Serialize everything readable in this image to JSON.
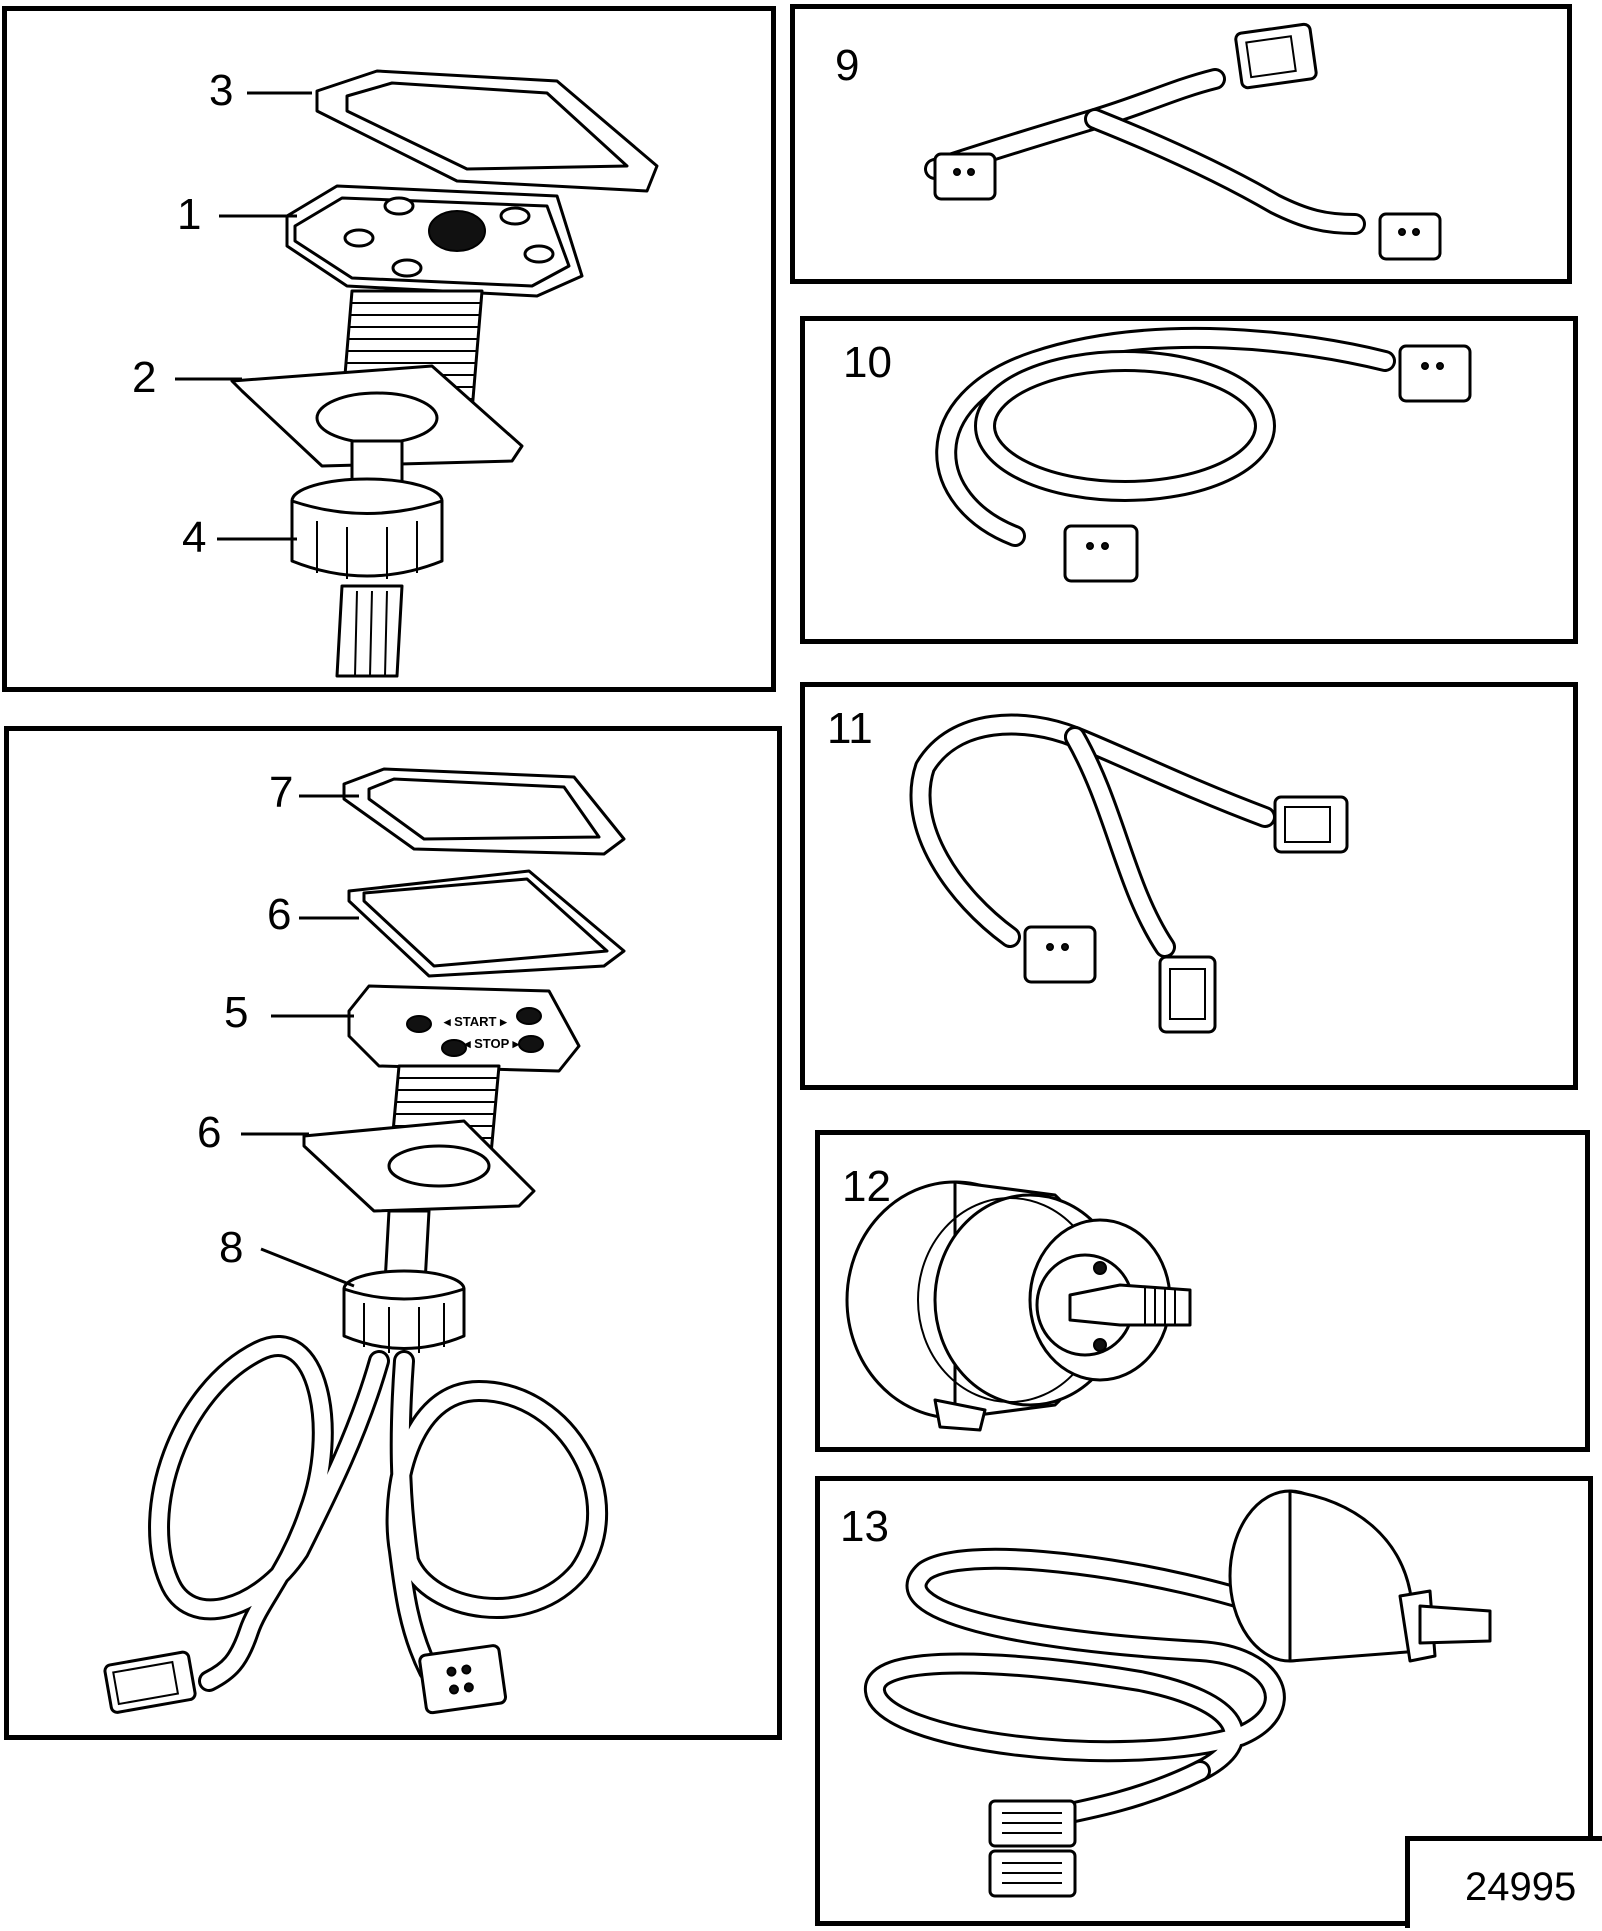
{
  "labels": {
    "l1": "1",
    "l2": "2",
    "l3": "3",
    "l4": "4",
    "l5": "5",
    "l6a": "6",
    "l6b": "6",
    "l7": "7",
    "l8": "8",
    "l9": "9",
    "l10": "10",
    "l11": "11",
    "l12": "12",
    "l13": "13"
  },
  "panel_text": {
    "start": "◂ START ▸",
    "stop": "◂ STOP ▸"
  },
  "reference_number": "24995"
}
